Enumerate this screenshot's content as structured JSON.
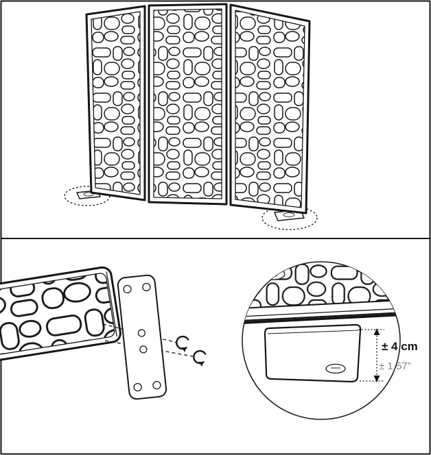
{
  "detail_view": {
    "measurement_metric": "± 4 cm",
    "measurement_imperial": "± 1.57”"
  },
  "colors": {
    "line": "#161616",
    "muted_text": "#808080",
    "background": "#ffffff"
  },
  "icons": {
    "rotate_arrows": "rotate-clockwise-icon",
    "foot_highlights": "dashed-ellipse-highlight",
    "dimension_arrow": "double-arrow-vertical-icon"
  }
}
